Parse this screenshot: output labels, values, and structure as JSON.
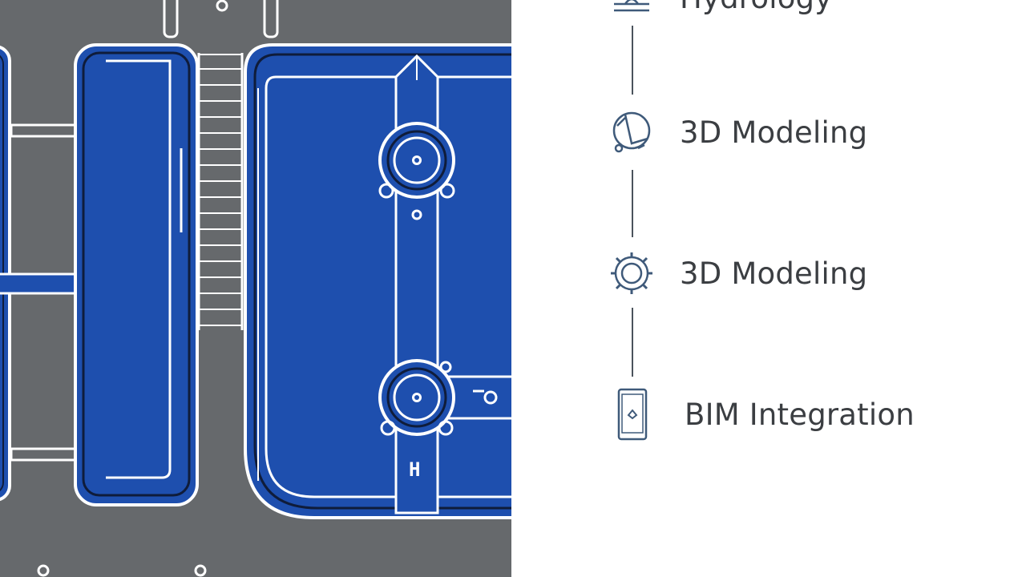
{
  "colors": {
    "panel_gray": "#66696c",
    "channel_blue": "#1e4fae",
    "outline_white": "#ffffff",
    "navy_line": "#0f1c3a",
    "icon_stroke": "#3f5a7a",
    "text": "#3b3e42"
  },
  "diagram": {
    "labels": {
      "gate_mark": "H"
    }
  },
  "list": {
    "items": [
      {
        "label": "Hydrology",
        "icon": "water-level-icon"
      },
      {
        "label": "3D Modeling",
        "icon": "compass-drafting-icon"
      },
      {
        "label": "3D Modeling",
        "icon": "gear-icon"
      },
      {
        "label": "BIM Integration",
        "icon": "tablet-icon"
      }
    ]
  }
}
